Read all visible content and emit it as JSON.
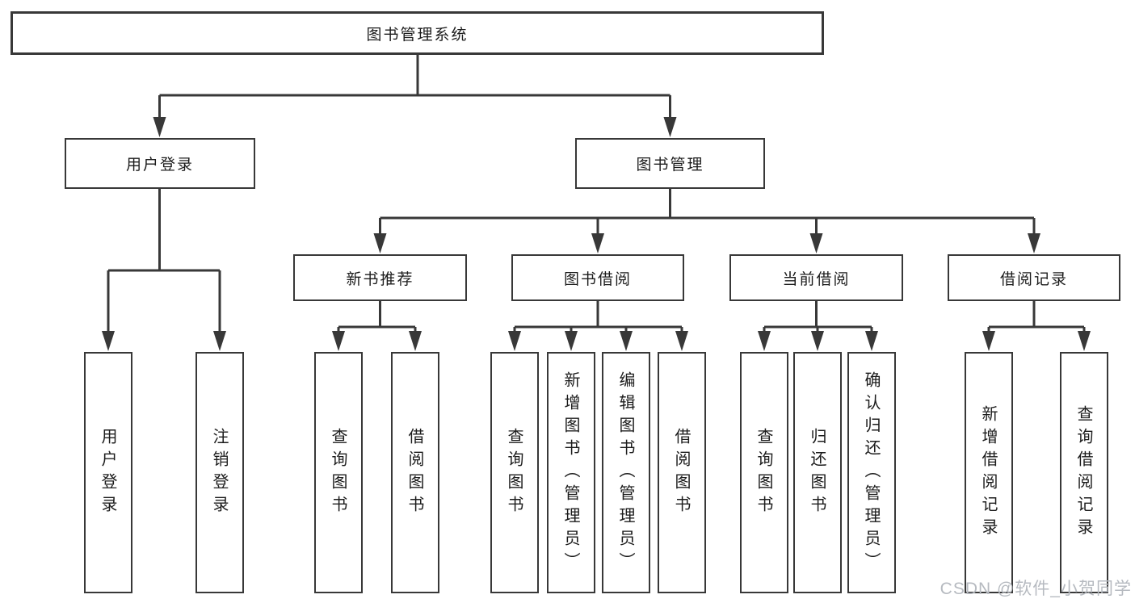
{
  "colors": {
    "line": "#383838",
    "text": "#1c1c1c",
    "bg": "#ffffff",
    "watermark": "#b6bac0"
  },
  "root": {
    "label": "图书管理系统"
  },
  "branches": {
    "user_login": {
      "label": "用户登录",
      "children": {
        "login": {
          "label": "用户登录"
        },
        "logout": {
          "label": "注销登录"
        }
      }
    },
    "book_mgmt": {
      "label": "图书管理",
      "sections": {
        "new_books": {
          "label": "新书推荐",
          "children": {
            "query": {
              "label": "查询图书"
            },
            "borrow": {
              "label": "借阅图书"
            }
          }
        },
        "borrowing": {
          "label": "图书借阅",
          "children": {
            "query": {
              "label": "查询图书"
            },
            "add": {
              "label": "新增图书（管理员）"
            },
            "edit": {
              "label": "编辑图书（管理员）"
            },
            "borrow": {
              "label": "借阅图书"
            }
          }
        },
        "current": {
          "label": "当前借阅",
          "children": {
            "query": {
              "label": "查询图书"
            },
            "return": {
              "label": "归还图书"
            },
            "confirm": {
              "label": "确认归还（管理员）"
            }
          }
        },
        "records": {
          "label": "借阅记录",
          "children": {
            "add": {
              "label": "新增借阅记录"
            },
            "query": {
              "label": "查询借阅记录"
            }
          }
        }
      }
    }
  },
  "watermark": {
    "text": "CSDN @软件_小贺同学"
  }
}
